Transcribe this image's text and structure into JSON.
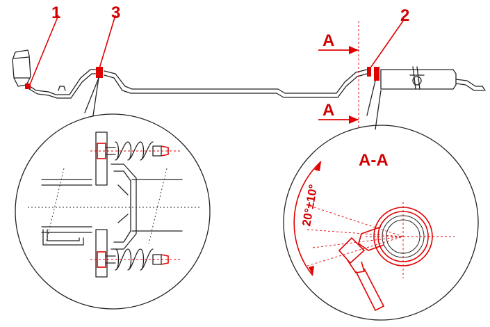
{
  "callouts": {
    "c1": "1",
    "c2": "2",
    "c3": "3"
  },
  "section": {
    "arrow_top": "A",
    "arrow_bottom": "A",
    "view_title": "A-A",
    "angle": "20°±10°"
  },
  "colors": {
    "accent": "#e00000",
    "line": "#222222",
    "background": "#ffffff"
  }
}
